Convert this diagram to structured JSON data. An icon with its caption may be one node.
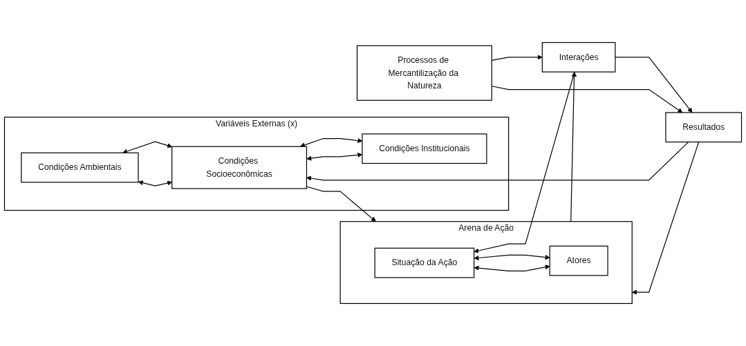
{
  "diagram": {
    "nodes": [
      {
        "text": [
          "Variáveis Externas (x)"
        ]
      },
      {
        "text": [
          "Condições Ambientais"
        ],
        "in": 0
      },
      {
        "text": [
          "Condições Socioeconômicas"
        ],
        "in": 0
      },
      {
        "text": [
          "Condições Institucionais"
        ],
        "in": 0
      },
      {
        "text": [
          "Arena de Ação"
        ]
      },
      {
        "text": [
          "Situação da Ação"
        ],
        "in": 4
      },
      {
        "text": [
          "Atores"
        ],
        "in": 4
      },
      {
        "text": [
          "Interações"
        ]
      },
      {
        "text": [
          "Processos de Mercantilização da Natureza"
        ]
      },
      {
        "text": [
          "Resultados"
        ]
      }
    ],
    "edges": [
      {
        "from": 1,
        "to": 2,
        "arrow": "both"
      },
      {
        "from": 1,
        "to": 2,
        "arrow": "both"
      },
      {
        "from": 2,
        "to": 3,
        "arrow": "both"
      },
      {
        "from": 2,
        "to": 3,
        "arrow": "both"
      },
      {
        "from": 2,
        "to": 4,
        "arrow": "to"
      },
      {
        "from": 5,
        "to": 6,
        "arrow": "both"
      },
      {
        "from": 5,
        "to": 6,
        "arrow": "both"
      },
      {
        "from": 7,
        "to": 5,
        "arrow": "to"
      },
      {
        "from": 4,
        "to": 7,
        "arrow": "to"
      },
      {
        "from": 7,
        "to": 9,
        "arrow": "to"
      },
      {
        "from": 8,
        "to": 7,
        "arrow": "to"
      },
      {
        "from": 8,
        "to": 9,
        "arrow": "to"
      },
      {
        "from": 9,
        "to": 4,
        "arrow": "to"
      },
      {
        "from": 9,
        "to": 2,
        "arrow": "to"
      }
    ]
  }
}
